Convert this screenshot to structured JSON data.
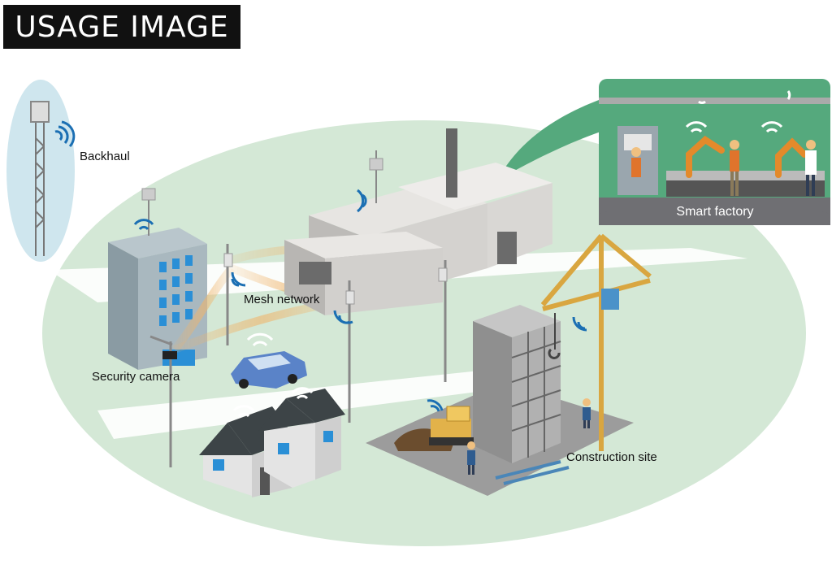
{
  "header": {
    "title": "USAGE IMAGE"
  },
  "labels": {
    "backhaul": "Backhaul",
    "mesh_network": "Mesh network",
    "security_camera": "Security camera",
    "smart_factory": "Smart factory",
    "construction_site": "Construction site"
  },
  "colors": {
    "ellipse": "#d4e8d6",
    "backhaul_bubble": "#cfe6ee",
    "road": "#ffffff",
    "inset_bg": "#55a97d",
    "inset_floor": "#6f6f73",
    "wifi": "#1b6fb3",
    "mesh_link": "#f0b46a",
    "crane": "#d9a640"
  },
  "icons": [
    "cell-tower-icon",
    "wifi-signal-icon",
    "security-camera-icon",
    "car-icon",
    "house-icon",
    "crane-icon",
    "robot-arm-icon",
    "worker-icon",
    "bulldozer-icon"
  ]
}
